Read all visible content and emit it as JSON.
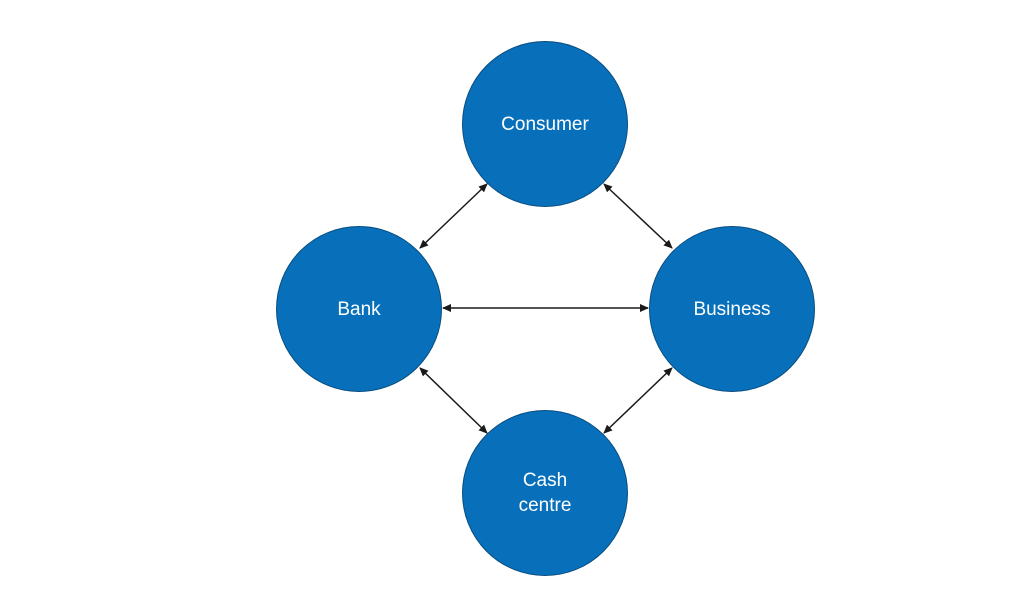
{
  "diagram": {
    "nodes": {
      "consumer": {
        "label": "Consumer"
      },
      "bank": {
        "label": "Bank"
      },
      "business": {
        "label": "Business"
      },
      "cash_centre": {
        "label": "Cash\ncentre"
      }
    },
    "edges": [
      {
        "from": "consumer",
        "to": "bank",
        "direction": "both"
      },
      {
        "from": "consumer",
        "to": "business",
        "direction": "both"
      },
      {
        "from": "bank",
        "to": "business",
        "direction": "both"
      },
      {
        "from": "bank",
        "to": "cash_centre",
        "direction": "both"
      },
      {
        "from": "business",
        "to": "cash_centre",
        "direction": "both"
      }
    ],
    "colors": {
      "node_fill": "#0870BA",
      "node_border": "#084d80",
      "node_text": "#ffffff",
      "edge": "#1a1a1a"
    }
  }
}
